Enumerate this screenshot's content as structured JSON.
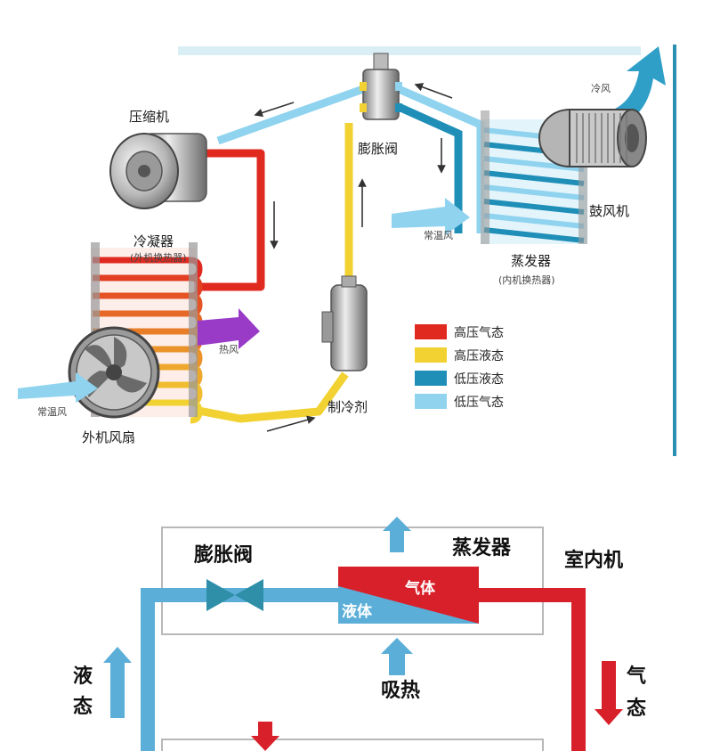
{
  "top_diagram": {
    "labels": {
      "compressor": "压缩机",
      "condenser": "冷凝器",
      "condenser_sub": "(外机换热器)",
      "outdoor_fan": "外机风扇",
      "normal_air_left": "常温风",
      "hot_air": "热风",
      "expansion_valve": "膨胀阀",
      "refrigerant": "制冷剂",
      "evaporator": "蒸发器",
      "evaporator_sub": "(内机换热器)",
      "blower": "鼓风机",
      "cold_air": "冷风",
      "normal_air_right": "常温风"
    },
    "legend": [
      {
        "label": "高压气态",
        "color": "#e02a20"
      },
      {
        "label": "高压液态",
        "color": "#f2d232"
      },
      {
        "label": "低压液态",
        "color": "#1f8fb8"
      },
      {
        "label": "低压气态",
        "color": "#8fd3ef"
      }
    ]
  },
  "bottom_diagram": {
    "labels": {
      "expansion_valve": "膨胀阀",
      "evaporator": "蒸发器",
      "indoor_unit": "室内机",
      "gas": "气体",
      "liquid": "液体",
      "absorb_heat": "吸热",
      "liquid_state": "液态",
      "gas_state": "气态"
    }
  },
  "colors": {
    "high_gas": "#e02a20",
    "high_liquid": "#f2d232",
    "low_liquid": "#1f8fb8",
    "low_gas": "#8fd3ef",
    "bottom_blue": "#5aaed8",
    "bottom_red": "#d8202a",
    "teal_arrow": "#2f9fc8"
  }
}
